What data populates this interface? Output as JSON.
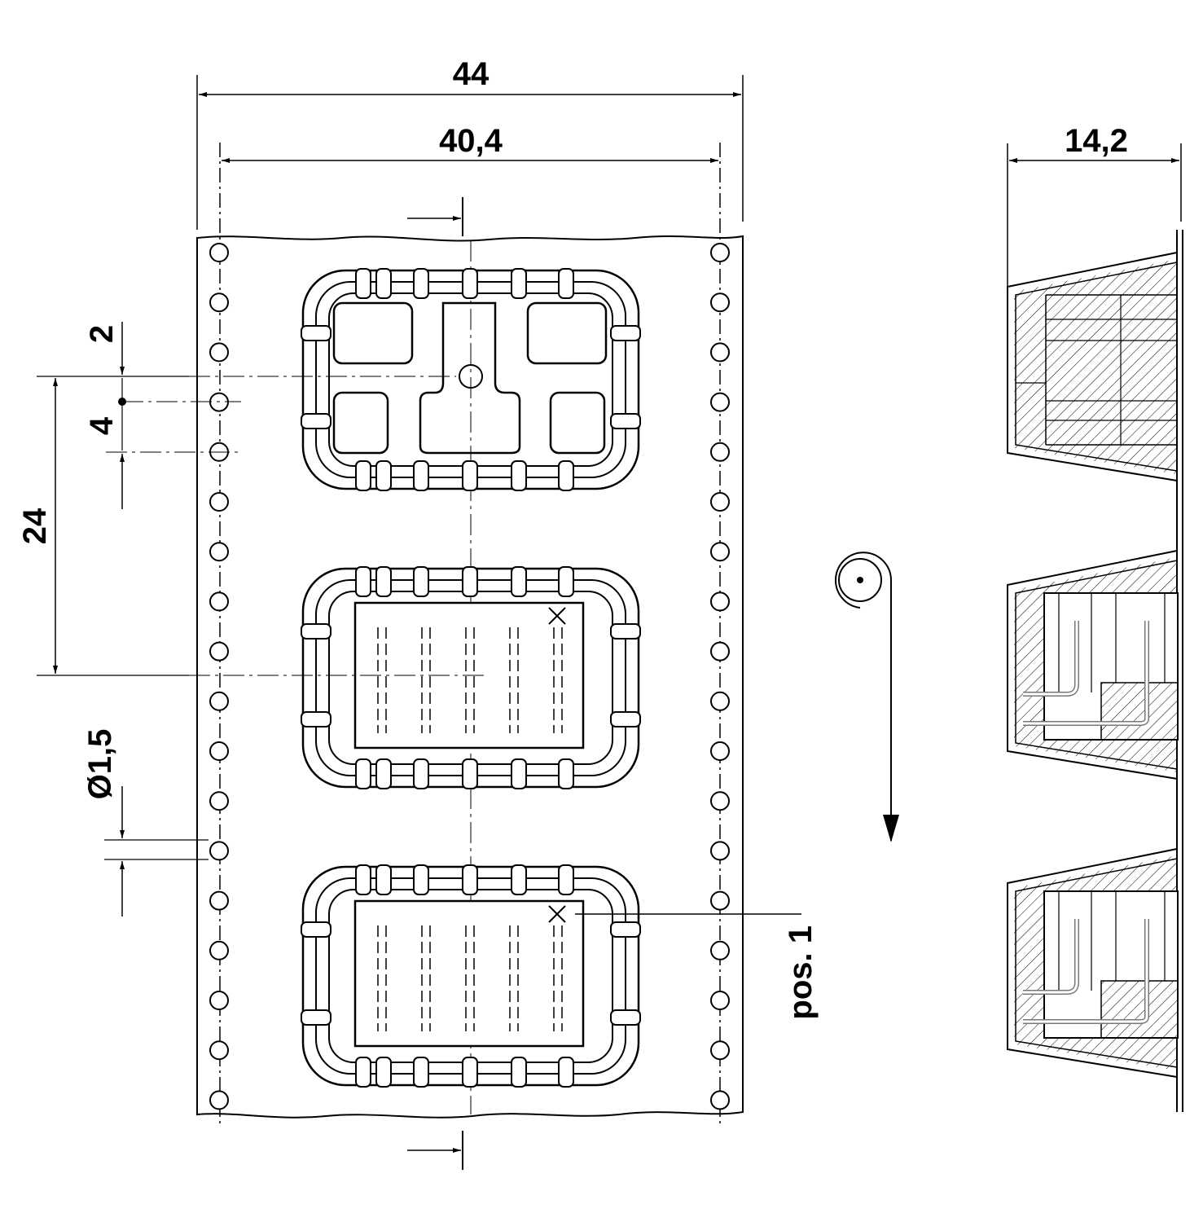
{
  "dimensions": {
    "overall_width": "44",
    "hole_pitch_width": "40,4",
    "side_height": "14,2",
    "edge_to_hole": "2",
    "hole_pitch": "4",
    "pocket_pitch": "24",
    "hole_diameter": "Ø1,5"
  },
  "labels": {
    "pos1": "pos. 1"
  },
  "feed_direction": {
    "icon": "reel-arrow-icon"
  }
}
